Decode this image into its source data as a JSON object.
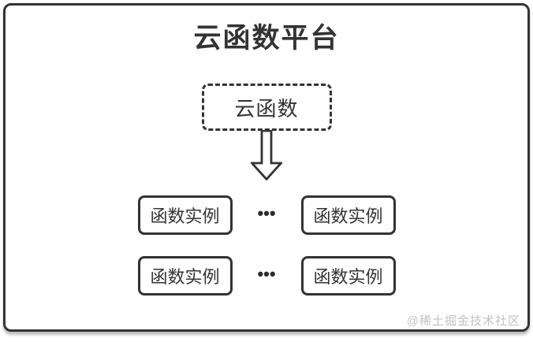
{
  "diagram": {
    "title": "云函数平台",
    "platform_box": {
      "label": "云函数"
    },
    "arrow": {
      "icon": "down-arrow-icon",
      "direction": "down"
    },
    "rows": [
      {
        "left_label": "函数实例",
        "dots": "•••",
        "right_label": "函数实例"
      },
      {
        "left_label": "函数实例",
        "dots": "•••",
        "right_label": "函数实例"
      }
    ],
    "watermark": "@稀土掘金技术社区",
    "colors": {
      "line": "#333333",
      "text": "#333333",
      "background": "#ffffff",
      "watermark_text": "#c2c2c2"
    }
  }
}
